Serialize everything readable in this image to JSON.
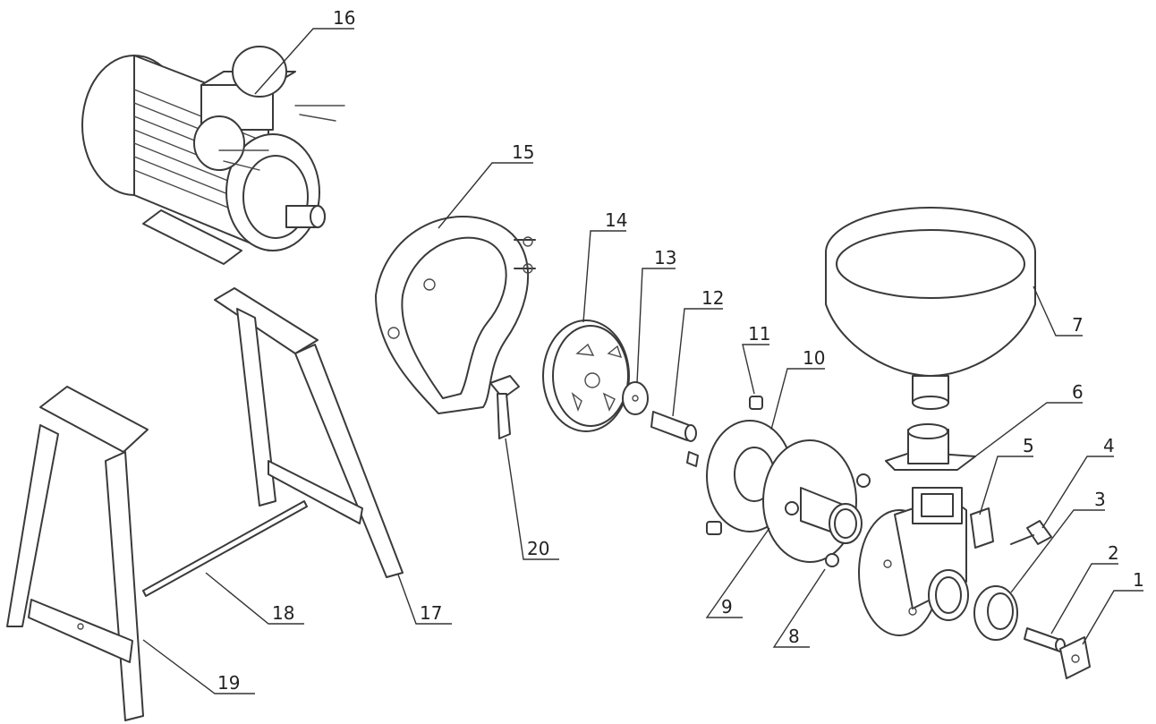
{
  "labels": {
    "p1": "1",
    "p2": "2",
    "p3": "3",
    "p4": "4",
    "p5": "5",
    "p6": "6",
    "p7": "7",
    "p8": "8",
    "p9": "9",
    "p10": "10",
    "p11": "11",
    "p12": "12",
    "p13": "13",
    "p14": "14",
    "p15": "15",
    "p16": "16",
    "p17": "17",
    "p18": "18",
    "p19": "19",
    "p20": "20"
  },
  "colors": {
    "line": "#3a3a3a",
    "background": "#ffffff"
  }
}
